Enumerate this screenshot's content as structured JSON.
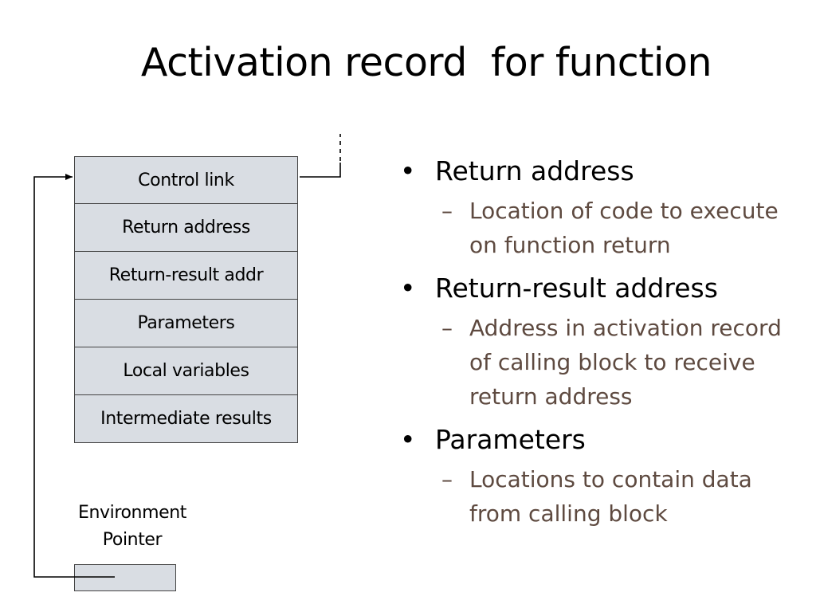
{
  "title": "Activation record  for function",
  "diagram": {
    "record_fields": [
      "Control link",
      "Return address",
      "Return-result addr",
      "Parameters",
      "Local variables",
      "Intermediate results"
    ],
    "env_pointer_label": "Environment Pointer"
  },
  "bullets": [
    {
      "text": "Return address",
      "sub": "Location of code to execute on function return"
    },
    {
      "text": "Return-result address",
      "sub": "Address in activation record of calling block to receive return address"
    },
    {
      "text": "Parameters",
      "sub": "Locations to contain data from calling block"
    }
  ],
  "markers": {
    "bullet": "•",
    "dash": "–"
  }
}
